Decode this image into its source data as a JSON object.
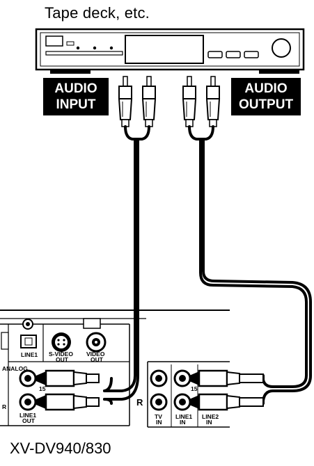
{
  "device_top": {
    "label": "Tape deck, etc."
  },
  "device_bottom": {
    "label": "XV-DV940/830"
  },
  "top_jacks": {
    "input_line1": "AUDIO",
    "input_line2": "INPUT",
    "output_line1": "AUDIO",
    "output_line2": "OUTPUT"
  },
  "left_panel": {
    "digital_jack": "LINE1",
    "svideo_line1": "S-VIDEO",
    "svideo_line2": "OUT",
    "video_line1": "VIDEO",
    "video_line2": "OUT",
    "line_out_line1": "LINE1",
    "line_out_line2": "OUT"
  },
  "right_panel": {
    "r_label": "R",
    "tv_line1": "TV",
    "tv_line2": "IN",
    "line1_line1": "LINE1",
    "line1_line2": "IN",
    "line2_line1": "LINE2",
    "line2_line2": "IN"
  }
}
